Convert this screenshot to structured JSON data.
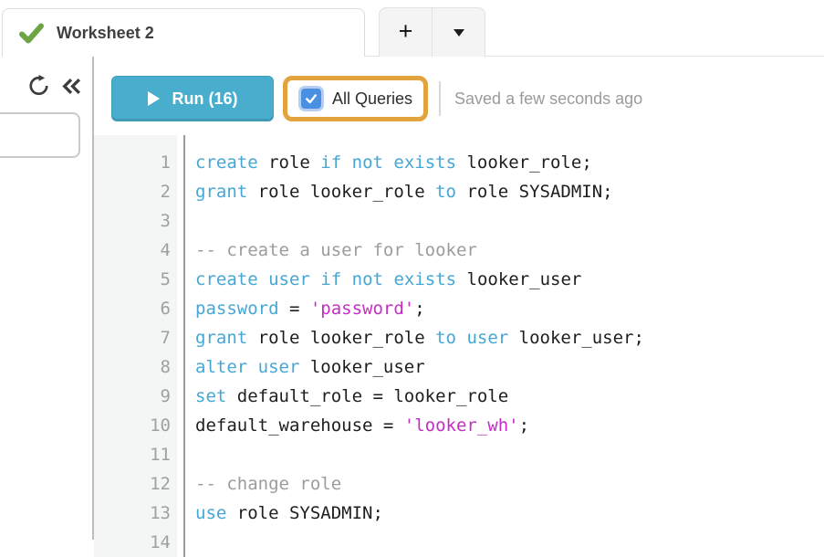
{
  "tab_bar": {
    "active_tab_label": "Worksheet 2",
    "new_tab_button_label": "+"
  },
  "toolbar": {
    "run_label": "Run (16)",
    "all_queries_label": "All Queries",
    "saved_status": "Saved a few seconds ago",
    "all_queries_checked": true
  },
  "icons": {
    "tab_status": "green-checkmark-icon",
    "refresh": "refresh-icon",
    "collapse_sidebar": "double-chevron-left-icon",
    "tab_menu": "chevron-down-icon",
    "run": "play-icon",
    "checkbox_check": "check-icon"
  },
  "colors": {
    "run_button": "#49aecd",
    "annotation_highlight": "#e2a33d",
    "checkbox": "#4a90e2",
    "tab_check": "#6da544",
    "keyword": "#45a7d5",
    "string": "#c42ec4",
    "comment": "#9c9c9c",
    "code_text": "#1e1e1e"
  },
  "editor": {
    "language": "sql",
    "lines": [
      {
        "num": "1",
        "tokens": [
          [
            "kw",
            "create"
          ],
          [
            "pl",
            " role "
          ],
          [
            "kw",
            "if"
          ],
          [
            "pl",
            " "
          ],
          [
            "kw",
            "not"
          ],
          [
            "pl",
            " "
          ],
          [
            "kw",
            "exists"
          ],
          [
            "pl",
            " looker_role;"
          ]
        ]
      },
      {
        "num": "2",
        "tokens": [
          [
            "kw",
            "grant"
          ],
          [
            "pl",
            " role looker_role "
          ],
          [
            "kw",
            "to"
          ],
          [
            "pl",
            " role SYSADMIN;"
          ]
        ]
      },
      {
        "num": "3",
        "tokens": []
      },
      {
        "num": "4",
        "tokens": [
          [
            "cm",
            "-- create a user for looker"
          ]
        ]
      },
      {
        "num": "5",
        "tokens": [
          [
            "kw",
            "create"
          ],
          [
            "pl",
            " "
          ],
          [
            "kw",
            "user"
          ],
          [
            "pl",
            " "
          ],
          [
            "kw",
            "if"
          ],
          [
            "pl",
            " "
          ],
          [
            "kw",
            "not"
          ],
          [
            "pl",
            " "
          ],
          [
            "kw",
            "exists"
          ],
          [
            "pl",
            " looker_user"
          ]
        ]
      },
      {
        "num": "6",
        "tokens": [
          [
            "kw",
            "password"
          ],
          [
            "pl",
            " = "
          ],
          [
            "str",
            "'password'"
          ],
          [
            "pl",
            ";"
          ]
        ]
      },
      {
        "num": "7",
        "tokens": [
          [
            "kw",
            "grant"
          ],
          [
            "pl",
            " role looker_role "
          ],
          [
            "kw",
            "to"
          ],
          [
            "pl",
            " "
          ],
          [
            "kw",
            "user"
          ],
          [
            "pl",
            " looker_user;"
          ]
        ]
      },
      {
        "num": "8",
        "tokens": [
          [
            "kw",
            "alter"
          ],
          [
            "pl",
            " "
          ],
          [
            "kw",
            "user"
          ],
          [
            "pl",
            " looker_user"
          ]
        ]
      },
      {
        "num": "9",
        "tokens": [
          [
            "kw",
            "set"
          ],
          [
            "pl",
            " default_role = looker_role"
          ]
        ]
      },
      {
        "num": "10",
        "tokens": [
          [
            "pl",
            "default_warehouse = "
          ],
          [
            "str",
            "'looker_wh'"
          ],
          [
            "pl",
            ";"
          ]
        ]
      },
      {
        "num": "11",
        "tokens": []
      },
      {
        "num": "12",
        "tokens": [
          [
            "cm",
            "-- change role"
          ]
        ]
      },
      {
        "num": "13",
        "tokens": [
          [
            "kw",
            "use"
          ],
          [
            "pl",
            " role SYSADMIN;"
          ]
        ]
      },
      {
        "num": "14",
        "tokens": []
      }
    ]
  }
}
